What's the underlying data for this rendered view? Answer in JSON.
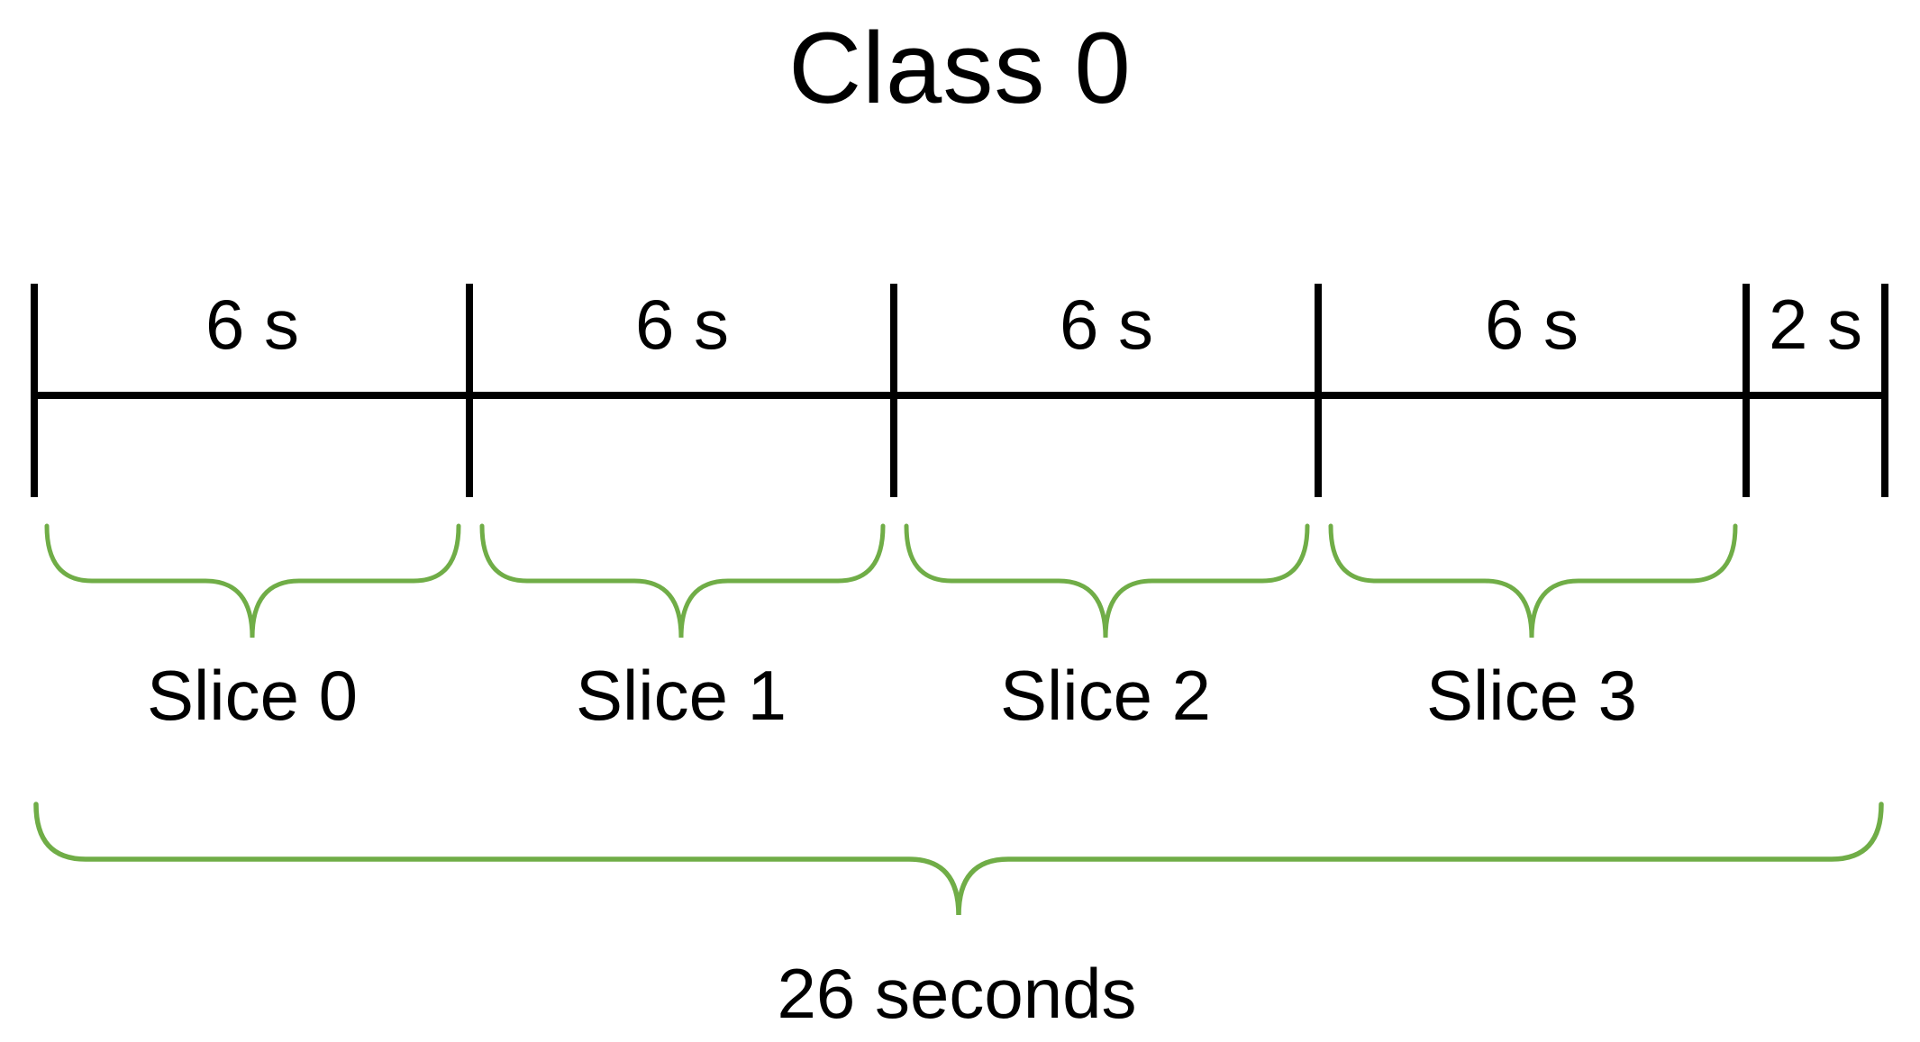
{
  "title": "Class 0",
  "timeline": {
    "segments": [
      {
        "label": "6 s",
        "duration_seconds": 6
      },
      {
        "label": "6 s",
        "duration_seconds": 6
      },
      {
        "label": "6 s",
        "duration_seconds": 6
      },
      {
        "label": "6 s",
        "duration_seconds": 6
      },
      {
        "label": "2 s",
        "duration_seconds": 2
      }
    ]
  },
  "slices": [
    {
      "label": "Slice 0"
    },
    {
      "label": "Slice 1"
    },
    {
      "label": "Slice 2"
    },
    {
      "label": "Slice 3"
    }
  ],
  "total_label": "26 seconds",
  "total_seconds": 26,
  "colors": {
    "brace_green": "#70AD47",
    "line_black": "#000000",
    "text_black": "#000000"
  }
}
